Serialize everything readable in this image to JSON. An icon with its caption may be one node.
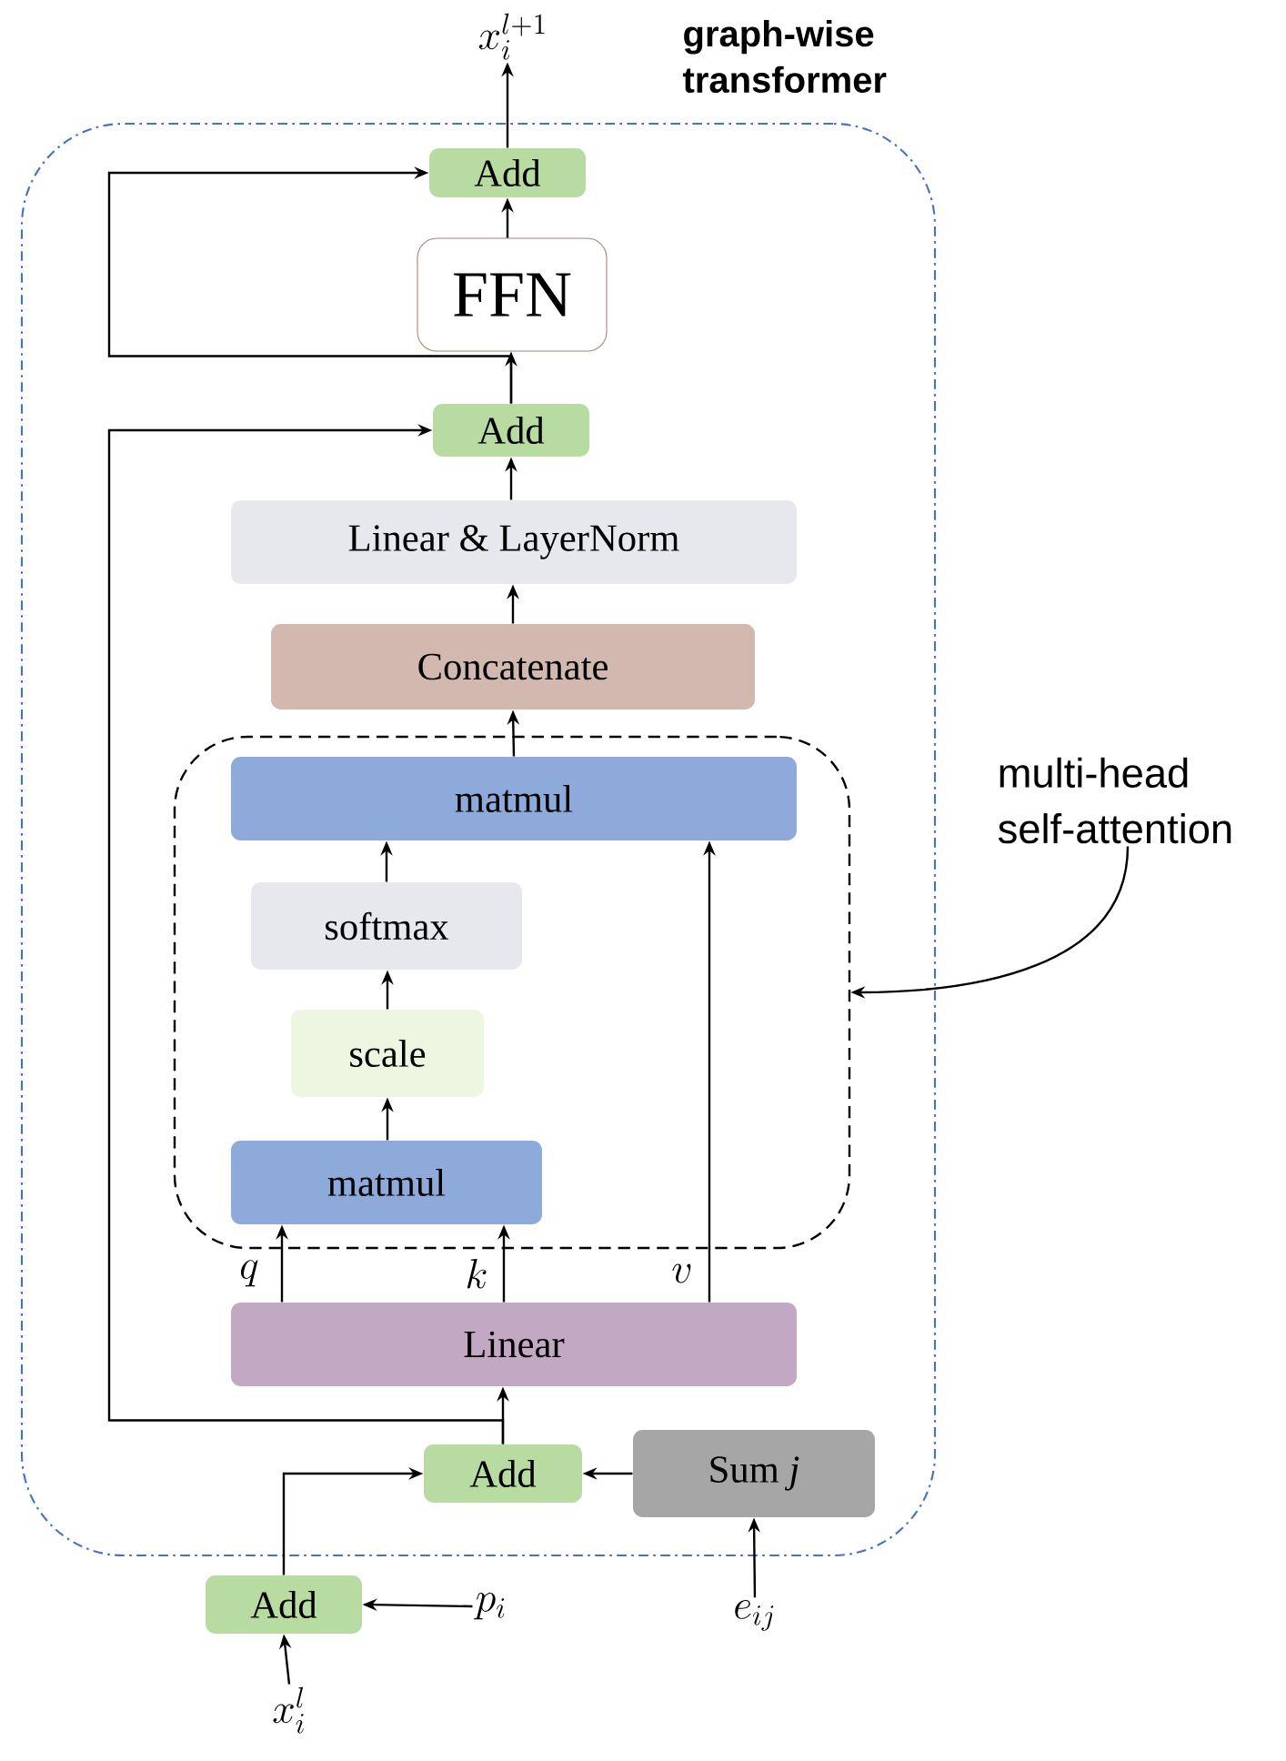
{
  "diagram": {
    "nodes": [
      {
        "text": [
          "graph-wise transformer"
        ]
      },
      {
        "text": [],
        "shape": "box",
        "in": 0
      },
      {
        "text": [
          "Add"
        ],
        "in": 0
      },
      {
        "text": [
          "FFN"
        ],
        "in": 0
      },
      {
        "text": [
          "Add"
        ],
        "in": 0
      },
      {
        "text": [
          "Linear & LayerNorm"
        ],
        "in": 0
      },
      {
        "text": [
          "Concatenate"
        ],
        "in": 0
      },
      {
        "text": [
          "matmul"
        ],
        "in": 1
      },
      {
        "text": [
          "softmax"
        ],
        "in": 1
      },
      {
        "text": [
          "scale"
        ],
        "in": 1
      },
      {
        "text": [
          "matmul"
        ],
        "in": 1
      },
      {
        "text": [
          "Linear"
        ],
        "in": 0
      },
      {
        "text": [
          "Add"
        ],
        "in": 0
      },
      {
        "text": [
          "Sum *j*"
        ],
        "in": 0
      },
      {
        "text": [
          "Add"
        ]
      },
      {
        "text": [
          "x_i^{l}"
        ]
      },
      {
        "text": [
          "p_i"
        ]
      },
      {
        "text": [
          "e_{ij}"
        ]
      },
      {
        "text": [
          "x_i^{l+1}"
        ]
      },
      {
        "text": [
          "multi-head self-attention"
        ]
      }
    ],
    "edges": [
      {
        "from": 14,
        "to": 12,
        "arrow": "to"
      },
      {
        "from": 13,
        "to": 12,
        "arrow": "to"
      },
      {
        "from": 16,
        "to": 14,
        "arrow": "to"
      },
      {
        "from": 15,
        "to": 14,
        "arrow": "to"
      },
      {
        "from": 17,
        "to": 13,
        "arrow": "to"
      },
      {
        "from": 12,
        "to": 11,
        "arrow": "to"
      },
      {
        "from": 11,
        "to": 10,
        "arrow": "to",
        "label": "q"
      },
      {
        "from": 11,
        "to": 10,
        "arrow": "to",
        "label": "k"
      },
      {
        "from": 11,
        "to": 7,
        "arrow": "to",
        "label": "v"
      },
      {
        "from": 10,
        "to": 9,
        "arrow": "to"
      },
      {
        "from": 9,
        "to": 8,
        "arrow": "to"
      },
      {
        "from": 8,
        "to": 7,
        "arrow": "to"
      },
      {
        "from": 7,
        "to": 6,
        "arrow": "to"
      },
      {
        "from": 6,
        "to": 5,
        "arrow": "to"
      },
      {
        "from": 5,
        "to": 4,
        "arrow": "to"
      },
      {
        "from": 12,
        "to": 4,
        "arrow": "to"
      },
      {
        "from": 4,
        "to": 3,
        "arrow": "to"
      },
      {
        "from": 4,
        "to": 2,
        "arrow": "to"
      },
      {
        "from": 3,
        "to": 2,
        "arrow": "to"
      },
      {
        "from": 2,
        "to": 18,
        "arrow": "to"
      },
      {
        "from": 19,
        "to": 1,
        "arrow": "to"
      }
    ]
  }
}
